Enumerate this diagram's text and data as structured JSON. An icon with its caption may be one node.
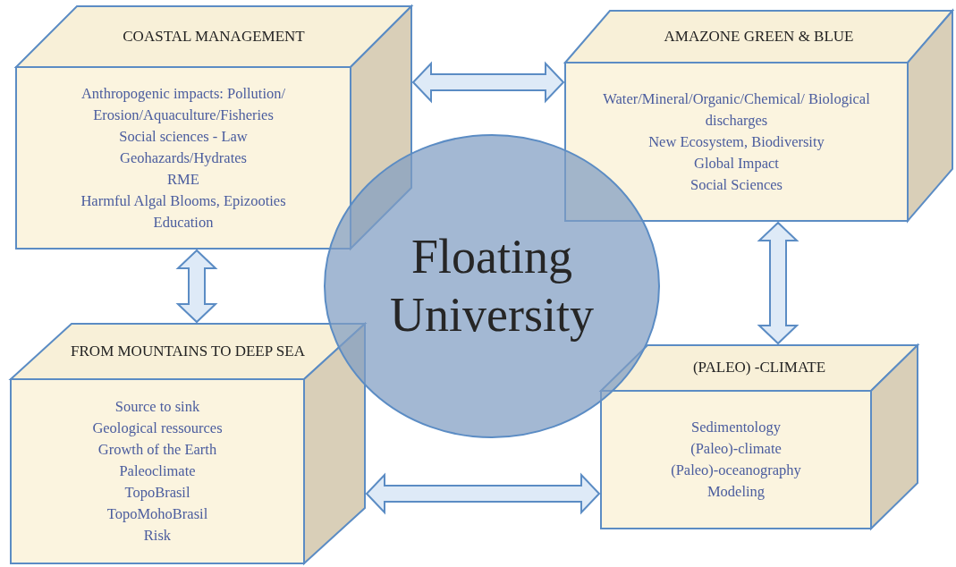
{
  "diagram": {
    "nodes": [
      {
        "text": [
          "COASTAL MANAGEMENT",
          "Anthropogenic impacts: Pollution/ Erosion/Aquaculture/Fisheries",
          "Social sciences - Law",
          "Geohazards/Hydrates",
          "RME",
          "Harmful Algal Blooms, Epizooties",
          "Education"
        ]
      },
      {
        "text": [
          "AMAZONE GREEN & BLUE",
          "Water/Mineral/Organic/Chemical/ Biological discharges",
          "New Ecosystem, Biodiversity",
          "Global  Impact",
          "Social Sciences"
        ]
      },
      {
        "text": [
          "FROM MOUNTAINS TO DEEP SEA",
          "Source to sink",
          "Geological ressources",
          "Growth of the Earth",
          "Paleoclimate",
          "TopoBrasil",
          "TopoMohoBrasil",
          "Risk"
        ]
      },
      {
        "text": [
          "(PALEO) -CLIMATE",
          "Sedimentology",
          "(Paleo)-climate",
          "(Paleo)-oceanography",
          "Modeling"
        ]
      },
      {
        "text": [
          "Floating University"
        ]
      }
    ],
    "edges": [
      {
        "from": 0,
        "to": 1,
        "arrow": "both"
      },
      {
        "from": 0,
        "to": 2,
        "arrow": "both"
      },
      {
        "from": 1,
        "to": 3,
        "arrow": "both"
      },
      {
        "from": 2,
        "to": 3,
        "arrow": "both"
      }
    ]
  }
}
